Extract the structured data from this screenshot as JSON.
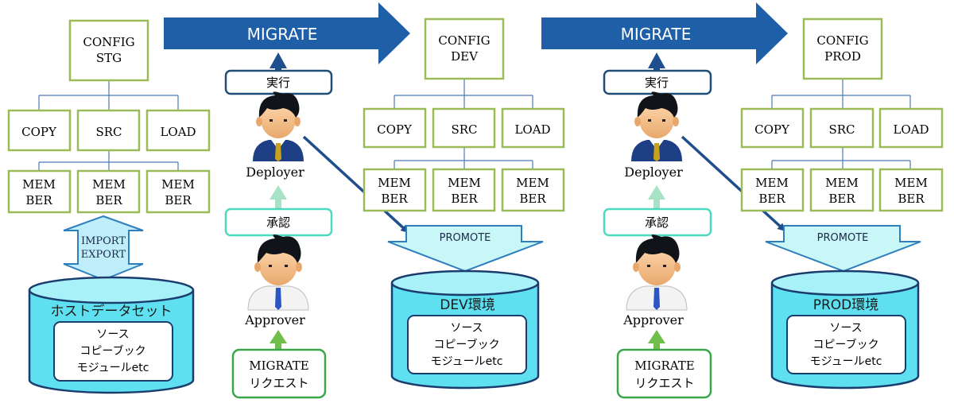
{
  "migrate_label": "MIGRATE",
  "execute_label": "実行",
  "approve_label": "承認",
  "promote_label": "PROMOTE",
  "import_export": [
    "IMPORT",
    "EXPORT"
  ],
  "roles": {
    "deployer": "Deployer",
    "approver": "Approver"
  },
  "migrate_request": [
    "MIGRATE",
    "リクエスト"
  ],
  "tree": {
    "copy": "COPY",
    "src": "SRC",
    "load": "LOAD",
    "member": [
      "MEM",
      "BER"
    ]
  },
  "configs": {
    "stg": [
      "CONFIG",
      "STG"
    ],
    "dev": [
      "CONFIG",
      "DEV"
    ],
    "prod": [
      "CONFIG",
      "PROD"
    ]
  },
  "databases": {
    "host": "ホストデータセット",
    "dev": "DEV環境",
    "prod": "PROD環境"
  },
  "db_contents": [
    "ソース",
    "コピーブック",
    "モジュールetc"
  ],
  "colors": {
    "box_border": "#9bbb59",
    "migrate_arrow": "#1f5fa8",
    "execute_border": "#1f4e79",
    "approve_border": "#4dd9c0",
    "request_border": "#3aa64a",
    "arrow_dark": "#1f4e8c",
    "arrow_light": "#a8e2c4",
    "arrow_green": "#6fbf4a",
    "promote_fill": "#c9f6f6",
    "db_fill": "#5ee0f0",
    "db_stroke": "#1b3d6e",
    "tree_line": "#4a7ab5"
  }
}
